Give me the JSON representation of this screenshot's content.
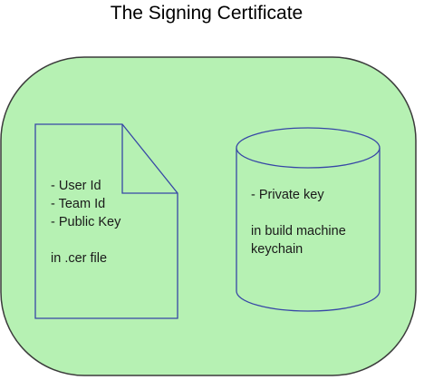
{
  "title": "The Signing Certificate",
  "colors": {
    "container_fill": "#b6f1b3",
    "container_stroke": "#3b3b3b",
    "shape_fill": "#b6f1b3",
    "shape_stroke": "#3747a6"
  },
  "certificate_file": {
    "lines": [
      "- User Id",
      "- Team Id",
      "- Public Key"
    ],
    "footer": "in .cer file"
  },
  "keychain": {
    "line": "- Private key",
    "footer_lines": [
      "in build machine",
      "keychain"
    ]
  }
}
